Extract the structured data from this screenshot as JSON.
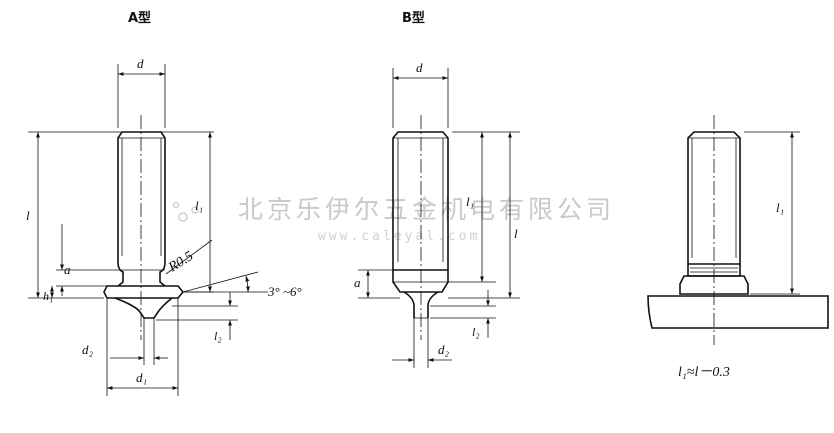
{
  "titles": {
    "type_a": "A型",
    "type_b": "B型"
  },
  "labels": {
    "d": "d",
    "l": "l",
    "l1": "l₁",
    "h1": "h₁",
    "a": "a",
    "l2": "l₂",
    "d1": "d₁",
    "d2": "d₂",
    "r05": "R0.5",
    "angle": "3° ~6°"
  },
  "formula": "l₁≈l－0.3",
  "watermark": {
    "main": "北京乐伊尔五金机电有限公司",
    "url": "www.caleyal.com"
  }
}
